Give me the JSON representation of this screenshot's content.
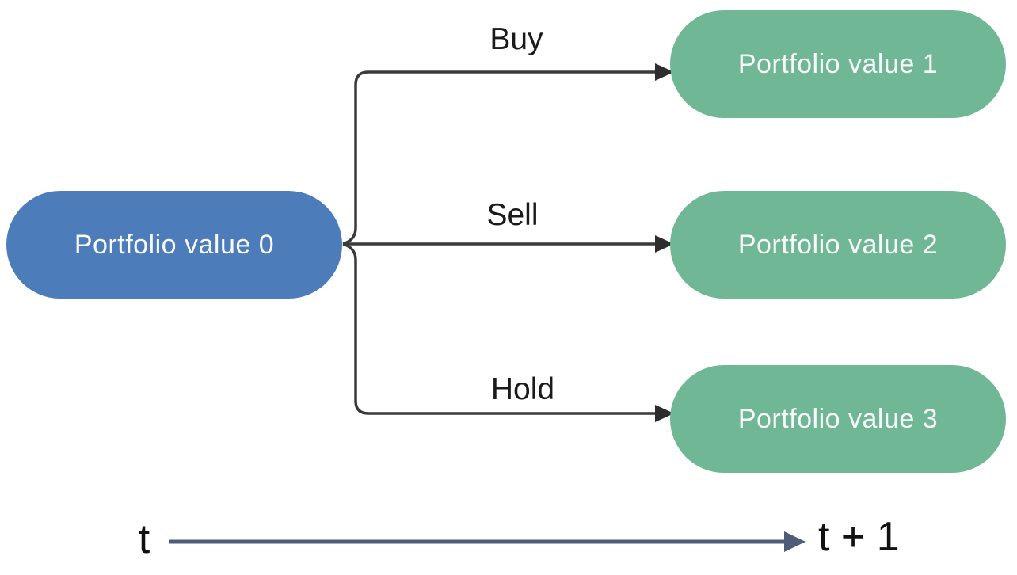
{
  "diagram": {
    "root_node": {
      "label": "Portfolio value 0"
    },
    "branches": [
      {
        "action": "Buy",
        "target_label": "Portfolio value 1"
      },
      {
        "action": "Sell",
        "target_label": "Portfolio value 2"
      },
      {
        "action": "Hold",
        "target_label": "Portfolio value 3"
      }
    ],
    "timeline": {
      "start_label": "t",
      "end_label": "t + 1"
    }
  },
  "colors": {
    "root_node_fill": "#4d7cba",
    "outcome_node_fill": "#70b795",
    "node_text": "#f7f9fa",
    "edge_line": "#3a3a3a",
    "edge_arrowhead": "#2d2d2d",
    "edge_label_text": "#1a1a1a",
    "timeline_arrow": "#4c5c79",
    "timeline_text": "#111111"
  }
}
